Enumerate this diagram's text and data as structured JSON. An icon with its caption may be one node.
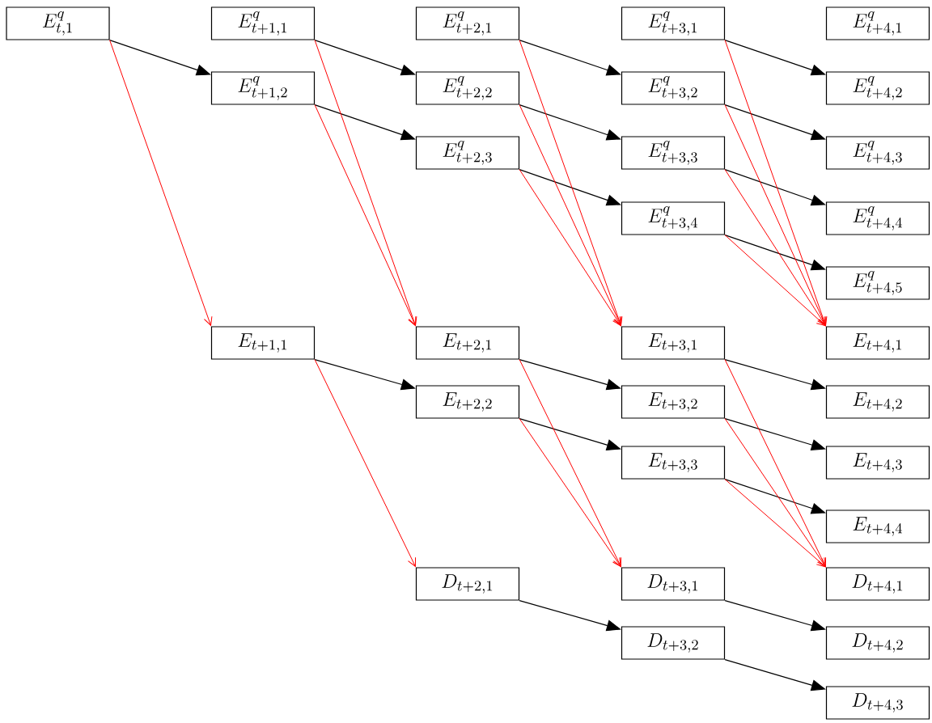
{
  "diagram": {
    "nodes": [
      {
        "text": [
          "E^{q}_{t,1}"
        ]
      },
      {
        "text": [
          "E^{q}_{t+1,1}"
        ]
      },
      {
        "text": [
          "E^{q}_{t+1,2}"
        ]
      },
      {
        "text": [
          "E_{t+1,1}"
        ]
      },
      {
        "text": [
          "E^{q}_{t+2,1}"
        ]
      },
      {
        "text": [
          "E^{q}_{t+2,2}"
        ]
      },
      {
        "text": [
          "E^{q}_{t+2,3}"
        ]
      },
      {
        "text": [
          "E_{t+2,1}"
        ]
      },
      {
        "text": [
          "E_{t+2,2}"
        ]
      },
      {
        "text": [
          "D_{t+2,1}"
        ]
      },
      {
        "text": [
          "E^{q}_{t+3,1}"
        ]
      },
      {
        "text": [
          "E^{q}_{t+3,2}"
        ]
      },
      {
        "text": [
          "E^{q}_{t+3,3}"
        ]
      },
      {
        "text": [
          "E^{q}_{t+3,4}"
        ]
      },
      {
        "text": [
          "E_{t+3,1}"
        ]
      },
      {
        "text": [
          "E_{t+3,2}"
        ]
      },
      {
        "text": [
          "E_{t+3,3}"
        ]
      },
      {
        "text": [
          "D_{t+3,1}"
        ]
      },
      {
        "text": [
          "D_{t+3,2}"
        ]
      },
      {
        "text": [
          "E^{q}_{t+4,1}"
        ]
      },
      {
        "text": [
          "E^{q}_{t+4,2}"
        ]
      },
      {
        "text": [
          "E^{q}_{t+4,3}"
        ]
      },
      {
        "text": [
          "E^{q}_{t+4,4}"
        ]
      },
      {
        "text": [
          "E^{q}_{t+4,5}"
        ]
      },
      {
        "text": [
          "E_{t+4,1}"
        ]
      },
      {
        "text": [
          "E_{t+4,2}"
        ]
      },
      {
        "text": [
          "E_{t+4,3}"
        ]
      },
      {
        "text": [
          "E_{t+4,4}"
        ]
      },
      {
        "text": [
          "D_{t+4,1}"
        ]
      },
      {
        "text": [
          "D_{t+4,2}"
        ]
      },
      {
        "text": [
          "D_{t+4,3}"
        ]
      }
    ],
    "edges": [
      {
        "from": 0,
        "to": 2,
        "arrow": "to"
      },
      {
        "from": 1,
        "to": 5,
        "arrow": "to"
      },
      {
        "from": 2,
        "to": 6,
        "arrow": "to"
      },
      {
        "from": 4,
        "to": 11,
        "arrow": "to"
      },
      {
        "from": 5,
        "to": 12,
        "arrow": "to"
      },
      {
        "from": 6,
        "to": 13,
        "arrow": "to"
      },
      {
        "from": 10,
        "to": 20,
        "arrow": "to"
      },
      {
        "from": 11,
        "to": 21,
        "arrow": "to"
      },
      {
        "from": 12,
        "to": 22,
        "arrow": "to"
      },
      {
        "from": 13,
        "to": 23,
        "arrow": "to"
      },
      {
        "from": 3,
        "to": 8,
        "arrow": "to"
      },
      {
        "from": 7,
        "to": 15,
        "arrow": "to"
      },
      {
        "from": 8,
        "to": 16,
        "arrow": "to"
      },
      {
        "from": 14,
        "to": 25,
        "arrow": "to"
      },
      {
        "from": 15,
        "to": 26,
        "arrow": "to"
      },
      {
        "from": 16,
        "to": 27,
        "arrow": "to"
      },
      {
        "from": 9,
        "to": 18,
        "arrow": "to"
      },
      {
        "from": 17,
        "to": 29,
        "arrow": "to"
      },
      {
        "from": 18,
        "to": 30,
        "arrow": "to"
      },
      {
        "from": 0,
        "to": 3,
        "arrow": "to",
        "color": "#ff0000"
      },
      {
        "from": 1,
        "to": 7,
        "arrow": "to",
        "color": "#ff0000"
      },
      {
        "from": 2,
        "to": 7,
        "arrow": "to",
        "color": "#ff0000"
      },
      {
        "from": 4,
        "to": 14,
        "arrow": "to",
        "color": "#ff0000"
      },
      {
        "from": 5,
        "to": 14,
        "arrow": "to",
        "color": "#ff0000"
      },
      {
        "from": 6,
        "to": 14,
        "arrow": "to",
        "color": "#ff0000"
      },
      {
        "from": 10,
        "to": 24,
        "arrow": "to",
        "color": "#ff0000"
      },
      {
        "from": 11,
        "to": 24,
        "arrow": "to",
        "color": "#ff0000"
      },
      {
        "from": 12,
        "to": 24,
        "arrow": "to",
        "color": "#ff0000"
      },
      {
        "from": 13,
        "to": 24,
        "arrow": "to",
        "color": "#ff0000"
      },
      {
        "from": 3,
        "to": 9,
        "arrow": "to",
        "color": "#ff0000"
      },
      {
        "from": 7,
        "to": 17,
        "arrow": "to",
        "color": "#ff0000"
      },
      {
        "from": 8,
        "to": 17,
        "arrow": "to",
        "color": "#ff0000"
      },
      {
        "from": 14,
        "to": 28,
        "arrow": "to",
        "color": "#ff0000"
      },
      {
        "from": 15,
        "to": 28,
        "arrow": "to",
        "color": "#ff0000"
      },
      {
        "from": 16,
        "to": 28,
        "arrow": "to",
        "color": "#ff0000"
      }
    ]
  }
}
